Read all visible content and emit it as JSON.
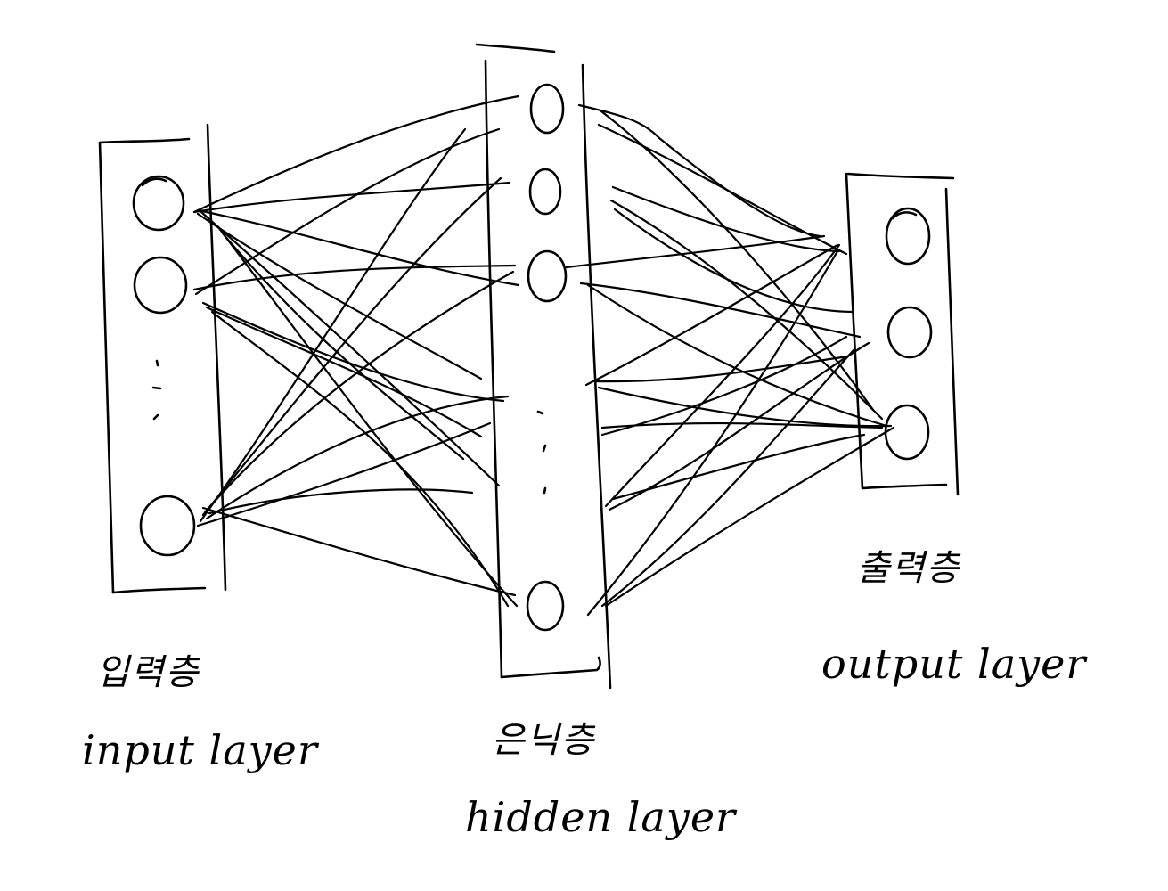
{
  "layers": {
    "input": {
      "korean_label": "입력층",
      "english_label": "input layer"
    },
    "hidden": {
      "korean_label": "은닉층",
      "english_label": "hidden layer"
    },
    "output": {
      "korean_label": "출력층",
      "english_label": "output layer"
    }
  },
  "colors": {
    "ink": "#000000",
    "background": "#ffffff"
  }
}
